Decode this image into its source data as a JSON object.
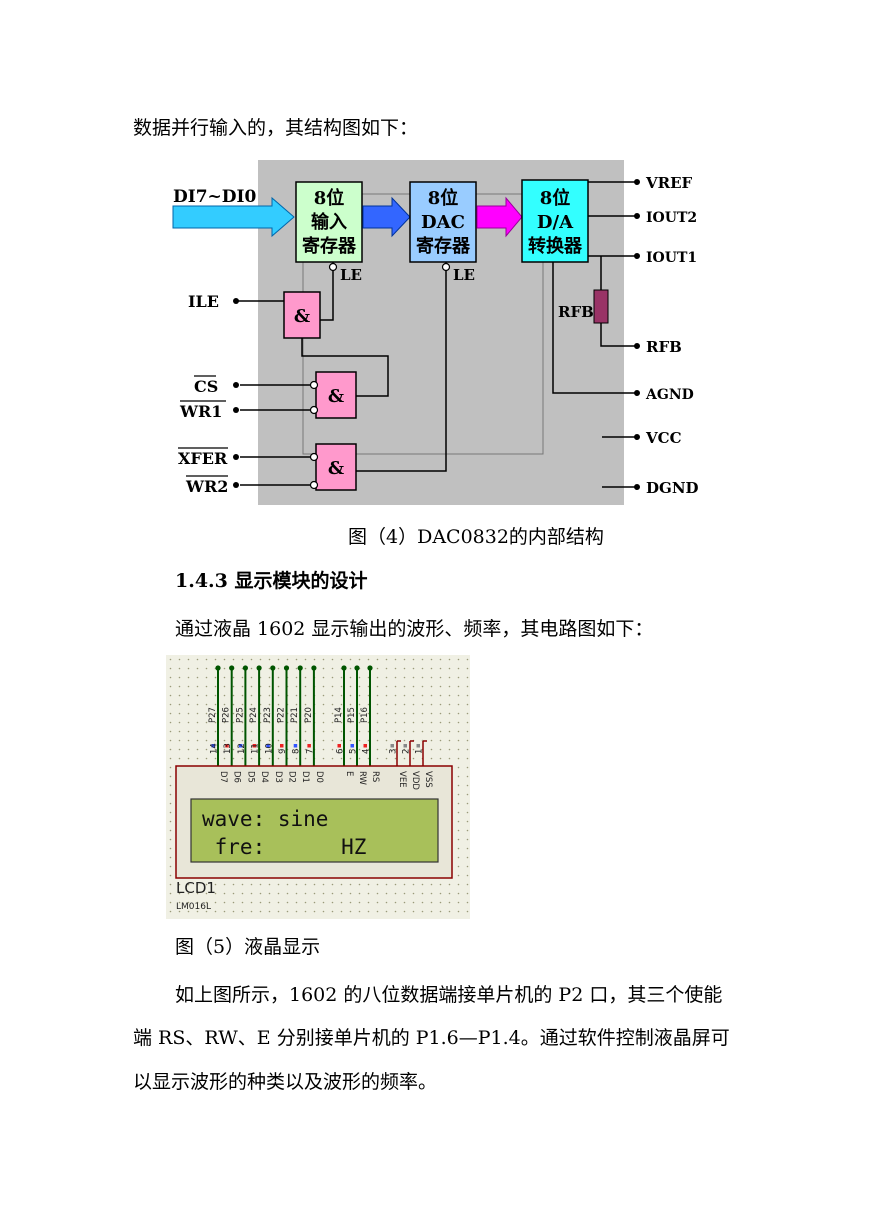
{
  "text": {
    "intro": "数据并行输入的，其结构图如下：",
    "caption4": "图（4）DAC0832的内部结构",
    "heading": "1.4.3 显示模块的设计",
    "intro2": "通过液晶 1602 显示输出的波形、频率，其电路图如下：",
    "caption5": "图（5）液晶显示",
    "para_line1": "如上图所示，1602 的八位数据端接单片机的 P2 口，其三个使能",
    "para_line2": "端 RS、RW、E 分别接单片机的 P1.6—P1.4。通过软件控制液晶屏可",
    "para_line3": "以显示波形的种类以及波形的频率。"
  },
  "dac": {
    "input_label": "DI7~DI0",
    "reg1": [
      "8位",
      "输入",
      "寄存器"
    ],
    "reg2": [
      "8位",
      "DAC",
      "寄存器"
    ],
    "conv": [
      "8位",
      "D/A",
      "转换器"
    ],
    "le": "LE",
    "and": "&",
    "ile": "ILE",
    "cs": "CS",
    "wr1": "WR1",
    "xfer": "XFER",
    "wr2": "WR2",
    "vref": "VREF",
    "iout2": "IOUT2",
    "iout1": "IOUT1",
    "rfb_res": "RFB",
    "rfb": "RFB",
    "agnd": "AGND",
    "vcc": "VCC",
    "dgnd": "DGND"
  },
  "lcd": {
    "ports_data": [
      "P27",
      "P26",
      "P25",
      "P24",
      "P23",
      "P22",
      "P21",
      "P20"
    ],
    "ports_ctrl": [
      "P14",
      "P15",
      "P16"
    ],
    "pin_nums": [
      "14",
      "13",
      "12",
      "11",
      "10",
      "9",
      "8",
      "7",
      "6",
      "5",
      "4",
      "3",
      "2",
      "1"
    ],
    "pin_names": [
      "D7",
      "D6",
      "D5",
      "D4",
      "D3",
      "D2",
      "D1",
      "D0",
      "E",
      "RW",
      "RS",
      "VEE",
      "VDD",
      "VSS"
    ],
    "line1": "wave: sine",
    "line2": " fre:      HZ",
    "ref": "LCD1",
    "model": "LM016L"
  },
  "colors": {
    "diagram_bg": "#c0c0c0",
    "reg1_fill": "#ccffcc",
    "reg2_fill": "#99ccff",
    "conv_fill": "#33ffff",
    "gate_fill": "#ff99cc",
    "arrow_in": "#33ccff",
    "arrow_mid": "#3366ff",
    "arrow_out": "#ff00ff",
    "resistor": "#993366",
    "lcd_screen": "#a8c05a",
    "lcd_frame": "#8b0000",
    "wire_green": "#005500"
  }
}
